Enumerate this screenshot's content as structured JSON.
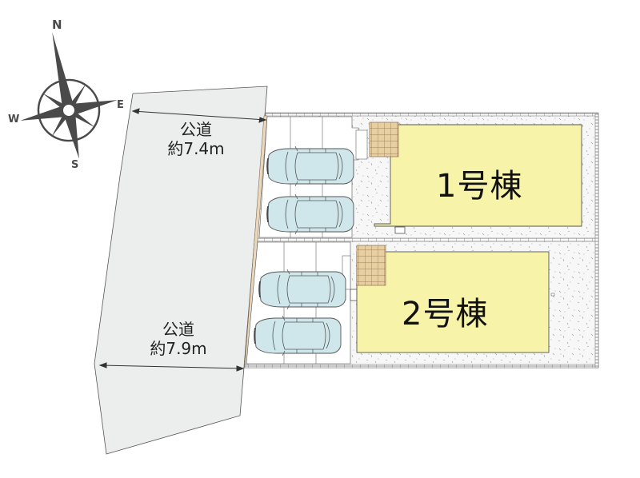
{
  "compass": {
    "north": "N",
    "east": "E",
    "south": "S",
    "west": "W",
    "icon": "compass-rose-icon",
    "color": "#4a4a4a"
  },
  "roads": [
    {
      "name": "公道",
      "width": "約7.4m"
    },
    {
      "name": "公道",
      "width": "約7.9m"
    }
  ],
  "buildings": [
    {
      "label": "1号棟",
      "fill": "#f7f3a8"
    },
    {
      "label": "2号棟",
      "fill": "#f7f3a8"
    }
  ],
  "parking": {
    "car_count": 4,
    "car_color": "#cfe6ea"
  },
  "colors": {
    "road": "#eceded",
    "gravel": "#f4f4f4",
    "terrace": "#e9cfa3",
    "building": "#f7f3a8",
    "outline": "#555555"
  }
}
